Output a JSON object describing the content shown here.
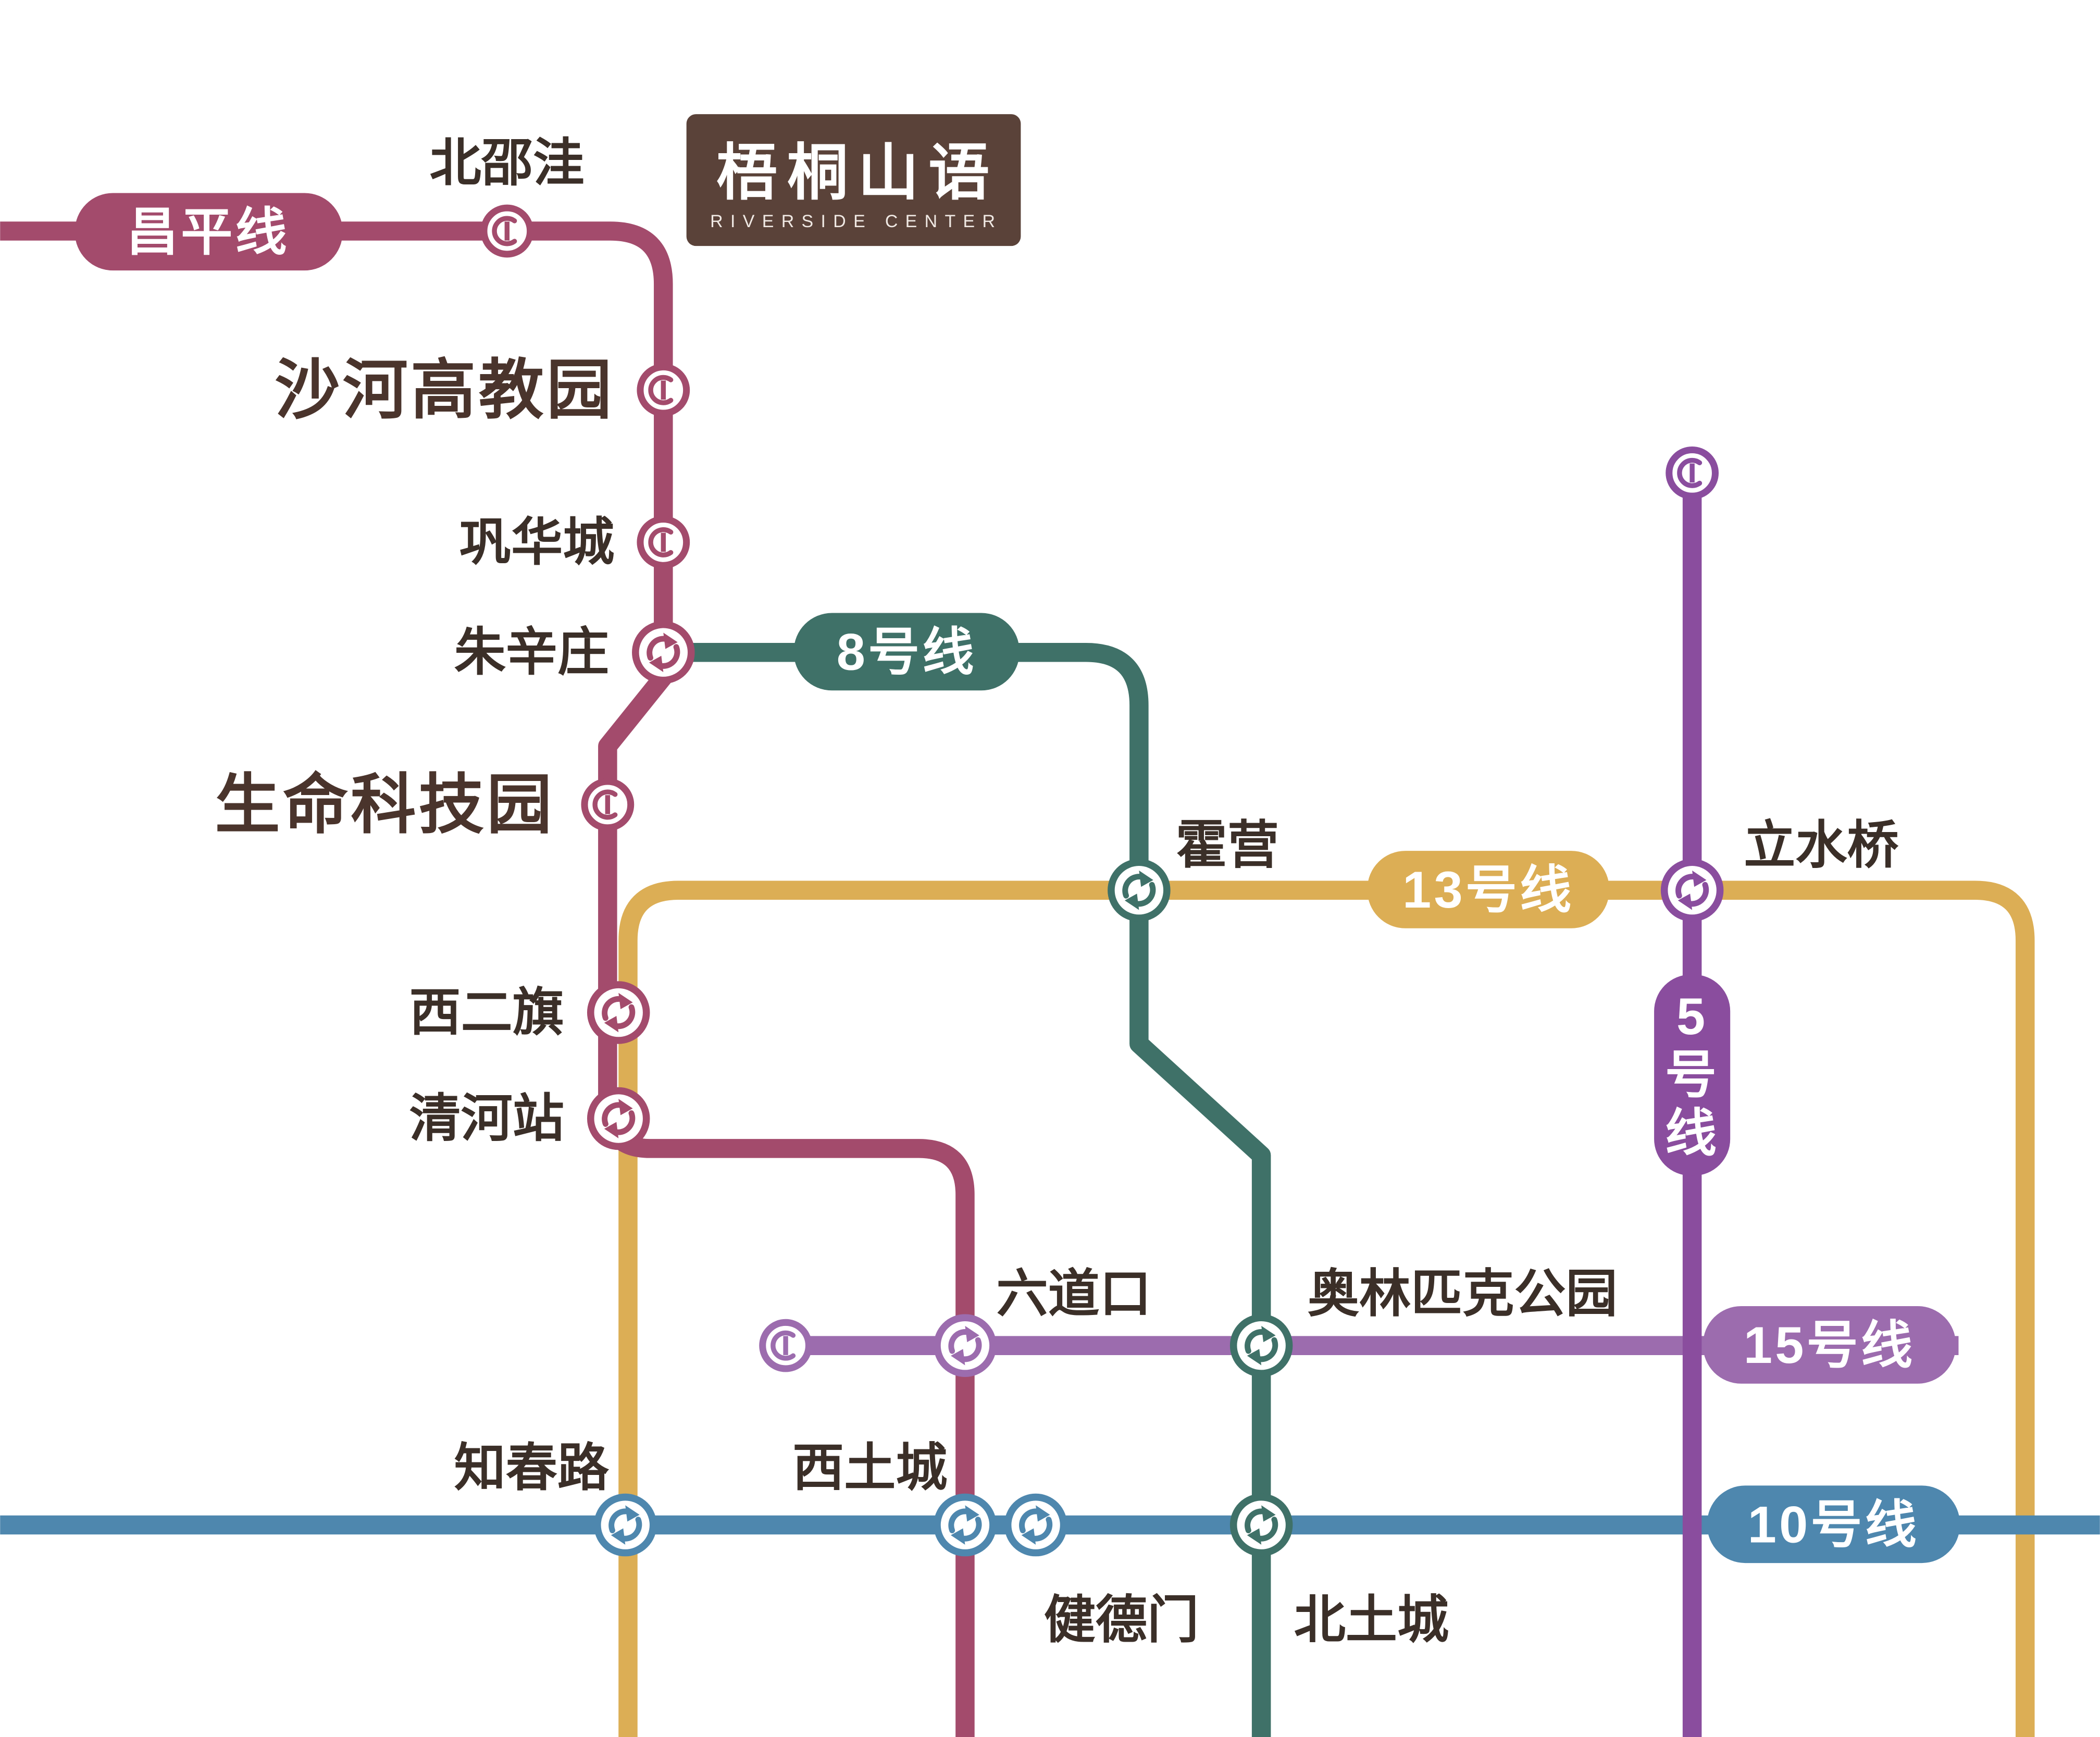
{
  "project": {
    "name": "梧桐山语",
    "subtitle": "RIVERSIDE CENTER",
    "card_bg": "#5a4239"
  },
  "lines": {
    "changping": {
      "label": "昌平线",
      "color": "#a34b6c"
    },
    "line8": {
      "label": "8号线",
      "color": "#3f7168"
    },
    "line13": {
      "label": "13号线",
      "color": "#dcae55"
    },
    "line5": {
      "label": "5号线",
      "color": "#8a4d9e",
      "label_chars": [
        "5",
        "号",
        "线"
      ]
    },
    "line15": {
      "label": "15号线",
      "color": "#9c6cae"
    },
    "line10": {
      "label": "10号线",
      "color": "#4e87ae"
    }
  },
  "stations": {
    "beishaowa": {
      "name": "北邵洼"
    },
    "shahe_gaojiaoyuan": {
      "name": "沙河高教园"
    },
    "gonghuacheng": {
      "name": "巩华城"
    },
    "zhuxinzhuang": {
      "name": "朱辛庄"
    },
    "shengming_kejiyuan": {
      "name": "生命科技园"
    },
    "xierqi": {
      "name": "西二旗"
    },
    "qinghe": {
      "name": "清河站"
    },
    "huoying": {
      "name": "霍营"
    },
    "lishuiqiao": {
      "name": "立水桥"
    },
    "liudaokou": {
      "name": "六道口"
    },
    "olympic_park": {
      "name": "奥林匹克公园"
    },
    "zhichunlu": {
      "name": "知春路"
    },
    "xitucheng": {
      "name": "西土城"
    },
    "jiandemen": {
      "name": "健德门"
    },
    "beitucheng": {
      "name": "北土城"
    }
  }
}
